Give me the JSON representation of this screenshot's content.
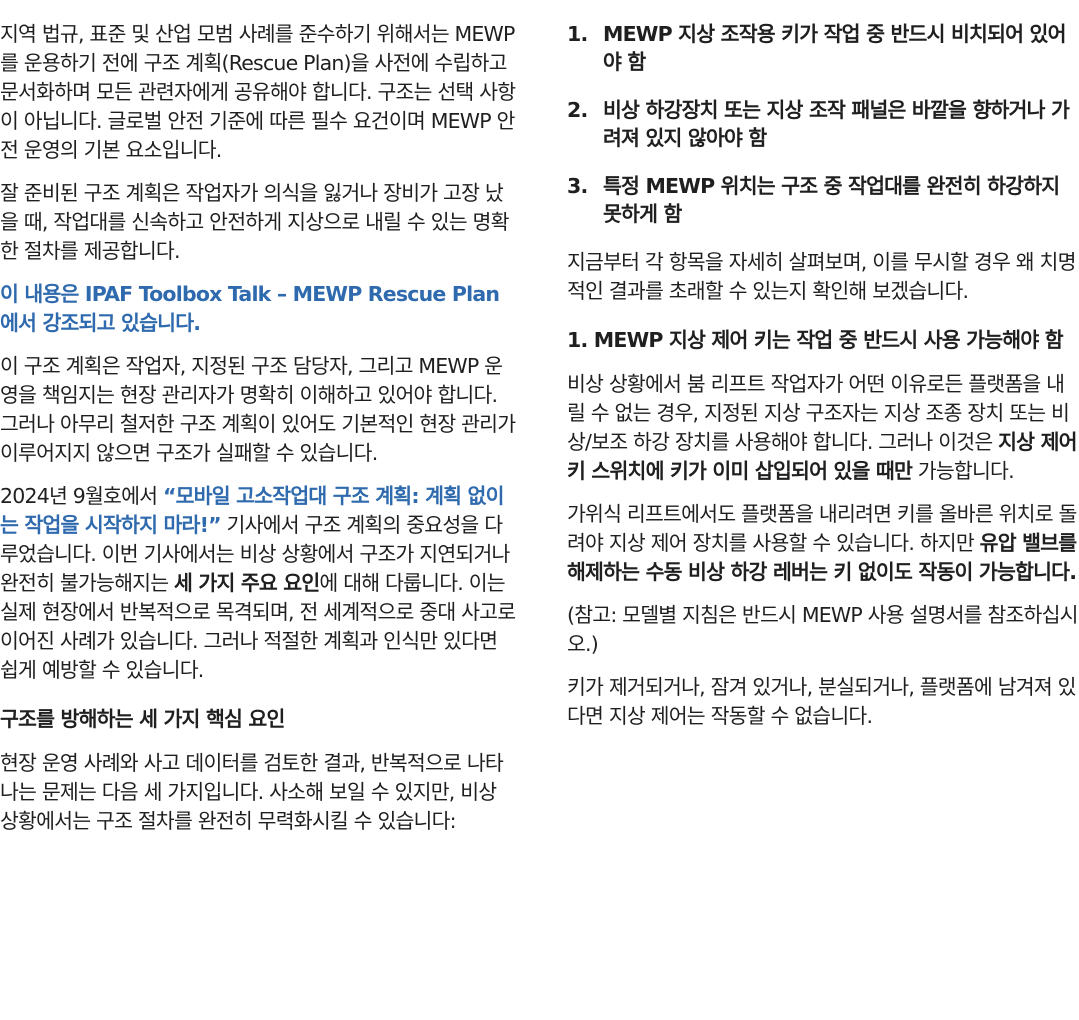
{
  "left": {
    "p1": "지역 법규, 표준 및 산업 모범 사례를 준수하기 위해서는 MEWP를 운용하기 전에 구조 계획(Rescue Plan)을 사전에 수립하고 문서화하며 모든 관련자에게 공유해야 합니다. 구조는 선택 사항이 아닙니다. 글로벌 안전 기준에 따른 필수 요건이며 MEWP 안전 운영의 기본 요소입니다.",
    "p2": "잘 준비된 구조 계획은 작업자가 의식을 잃거나 장비가 고장 났을 때, 작업대를 신속하고 안전하게 지상으로 내릴 수 있는 명확한 절차를 제공합니다.",
    "p3_highlight": "이 내용은 IPAF Toolbox Talk – MEWP Rescue Plan 에서 강조되고 있습니다.",
    "p4": "이 구조 계획은 작업자, 지정된 구조 담당자, 그리고 MEWP 운영을 책임지는 현장 관리자가 명확히 이해하고 있어야 합니다. 그러나 아무리 철저한 구조 계획이 있어도 기본적인 현장 관리가 이루어지지 않으면 구조가 실패할 수 있습니다.",
    "p5_a": "2024년 9월호에서 ",
    "p5_link": "“모바일 고소작업대 구조 계획: 계획 없이는 작업을 시작하지 마라!”",
    "p5_b": " 기사에서 구조 계획의 중요성을 다루었습니다. 이번 기사에서는 비상 상황에서 구조가 지연되거나 완전히 불가능해지는 ",
    "p5_bold": "세 가지 주요 요인",
    "p5_c": "에 대해 다룹니다. 이는 실제 현장에서 반복적으로 목격되며, 전 세계적으로 중대 사고로 이어진 사례가 있습니다. 그러나 적절한 계획과 인식만 있다면 쉽게 예방할 수 있습니다.",
    "heading": "구조를 방해하는 세 가지 핵심 요인",
    "p6": "현장 운영 사례와 사고 데이터를 검토한 결과, 반복적으로 나타나는 문제는 다음 세 가지입니다. 사소해 보일 수 있지만, 비상 상황에서는 구조 절차를 완전히 무력화시킬 수 있습니다:"
  },
  "right": {
    "factors": [
      {
        "num": "1.",
        "text": "MEWP 지상 조작용 키가 작업 중 반드시 비치되어 있어야 함"
      },
      {
        "num": "2.",
        "text": "비상 하강장치 또는 지상 조작 패널은 바깥을 향하거나 가려져 있지 않아야 함"
      },
      {
        "num": "3.",
        "text": "특정 MEWP 위치는 구조 중 작업대를 완전히 하강하지 못하게 함"
      }
    ],
    "p1": "지금부터 각 항목을 자세히 살펴보며, 이를 무시할 경우 왜 치명적인 결과를 초래할 수 있는지 확인해 보겠습니다.",
    "heading": "1. MEWP 지상 제어 키는 작업 중 반드시 사용 가능해야 함",
    "p2_a": "비상 상황에서 붐 리프트 작업자가 어떤 이유로든 플랫폼을 내릴 수 없는 경우, 지정된 지상 구조자는 지상 조종 장치 또는 비상/보조 하강 장치를 사용해야 합니다. 그러나 이것은 ",
    "p2_bold": "지상 제어 키 스위치에 키가 이미 삽입되어 있을 때만",
    "p2_b": " 가능합니다.",
    "p3_a": "가위식 리프트에서도 플랫폼을 내리려면 키를 올바른 위치로 돌려야 지상 제어 장치를 사용할 수 있습니다. 하지만 ",
    "p3_bold": "유압 밸브를 해제하는 수동 비상 하강 레버는 키 없이도 작동이 가능합니다.",
    "p4": "(참고: 모델별 지침은 반드시 MEWP 사용 설명서를 참조하십시오.)",
    "p5": "키가 제거되거나, 잠겨 있거나, 분실되거나, 플랫폼에 남겨져 있다면 지상 제어는 작동할 수 없습니다."
  },
  "colors": {
    "highlight": "#2e6aad",
    "text": "#1f1f1f"
  }
}
